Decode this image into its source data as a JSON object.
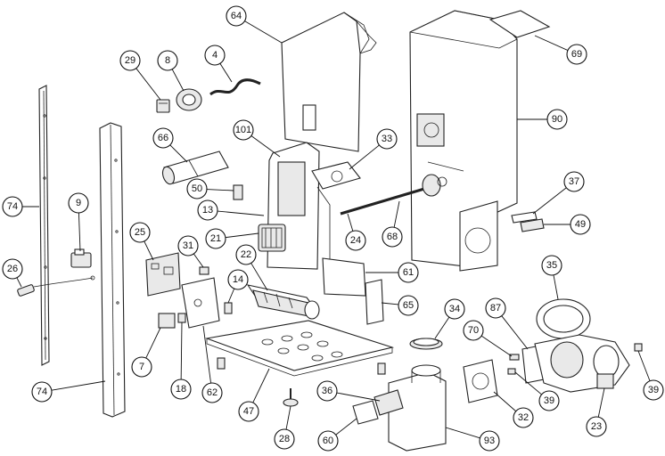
{
  "diagram": {
    "type": "exploded-parts-view",
    "callouts": [
      {
        "id": "c64",
        "label": "64"
      },
      {
        "id": "c69",
        "label": "69"
      },
      {
        "id": "c29",
        "label": "29"
      },
      {
        "id": "c8",
        "label": "8"
      },
      {
        "id": "c4",
        "label": "4"
      },
      {
        "id": "c90",
        "label": "90"
      },
      {
        "id": "c66",
        "label": "66"
      },
      {
        "id": "c101",
        "label": "101"
      },
      {
        "id": "c33",
        "label": "33"
      },
      {
        "id": "c74a",
        "label": "74"
      },
      {
        "id": "c9",
        "label": "9"
      },
      {
        "id": "c50",
        "label": "50"
      },
      {
        "id": "c37",
        "label": "37"
      },
      {
        "id": "c13",
        "label": "13"
      },
      {
        "id": "c49",
        "label": "49"
      },
      {
        "id": "c25",
        "label": "25"
      },
      {
        "id": "c21",
        "label": "21"
      },
      {
        "id": "c24",
        "label": "24"
      },
      {
        "id": "c68",
        "label": "68"
      },
      {
        "id": "c31",
        "label": "31"
      },
      {
        "id": "c22",
        "label": "22"
      },
      {
        "id": "c26",
        "label": "26"
      },
      {
        "id": "c61",
        "label": "61"
      },
      {
        "id": "c35",
        "label": "35"
      },
      {
        "id": "c14",
        "label": "14"
      },
      {
        "id": "c65",
        "label": "65"
      },
      {
        "id": "c34",
        "label": "34"
      },
      {
        "id": "c87",
        "label": "87"
      },
      {
        "id": "c70",
        "label": "70"
      },
      {
        "id": "c7",
        "label": "7"
      },
      {
        "id": "c18",
        "label": "18"
      },
      {
        "id": "c62",
        "label": "62"
      },
      {
        "id": "c47",
        "label": "47"
      },
      {
        "id": "c36",
        "label": "36"
      },
      {
        "id": "c32",
        "label": "32"
      },
      {
        "id": "c39a",
        "label": "39"
      },
      {
        "id": "c39b",
        "label": "39"
      },
      {
        "id": "c74b",
        "label": "74"
      },
      {
        "id": "c23",
        "label": "23"
      },
      {
        "id": "c28",
        "label": "28"
      },
      {
        "id": "c60",
        "label": "60"
      },
      {
        "id": "c93",
        "label": "93"
      }
    ]
  }
}
